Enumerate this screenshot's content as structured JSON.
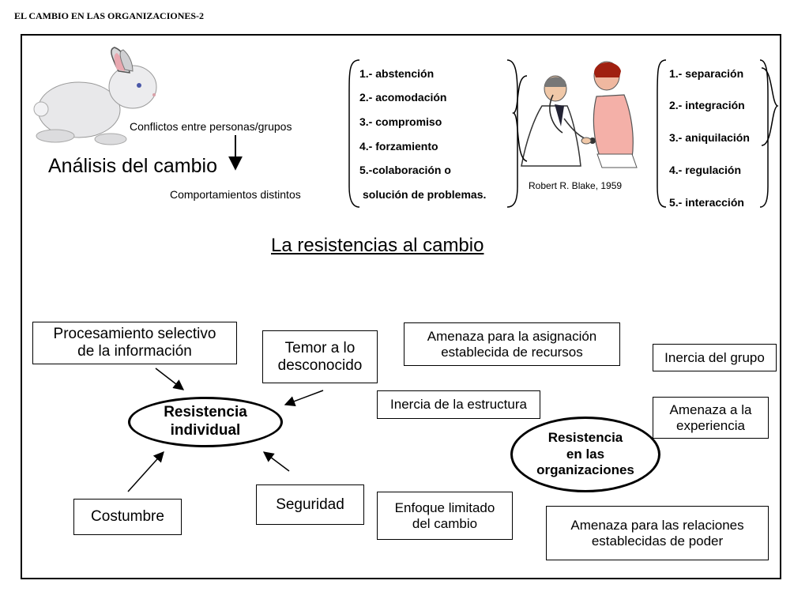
{
  "header": "EL CAMBIO EN LAS ORGANIZACIONES-2",
  "top": {
    "analysis_title": "Análisis del cambio",
    "conflicts": "Conflictos entre personas/grupos",
    "behaviors": "Comportamientos distintos",
    "styles": [
      "1.- abstención",
      "2.- acomodación",
      "3.- compromiso",
      "4.- forzamiento",
      "5.-colaboración o",
      "solución de problemas."
    ],
    "caption": "Robert R. Blake, 1959",
    "outcomes": [
      "1.- separación",
      "2.- integración",
      "3.- aniquilación",
      "4.- regulación",
      "5.- interacción"
    ]
  },
  "section_title": "La resistencias al cambio",
  "individual": {
    "center": [
      "Resistencia",
      "individual"
    ],
    "selective": [
      "Procesamiento selectivo",
      "de la información"
    ],
    "fear": [
      "Temor a lo",
      "desconocido"
    ],
    "habit": "Costumbre",
    "security": "Seguridad"
  },
  "organizational": {
    "center": [
      "Resistencia",
      "en las",
      "organizaciones"
    ],
    "resources": [
      "Amenaza para la asignación",
      "establecida de recursos"
    ],
    "group": "Inercia del grupo",
    "structure": "Inercia de la estructura",
    "expertise": [
      "Amenaza a la",
      "experiencia"
    ],
    "limited": [
      "Enfoque limitado",
      "del cambio"
    ],
    "power": [
      "Amenaza para las relaciones",
      "establecidas de poder"
    ]
  },
  "icons": [
    "rabbit-icon",
    "doctor-patient-icon"
  ]
}
